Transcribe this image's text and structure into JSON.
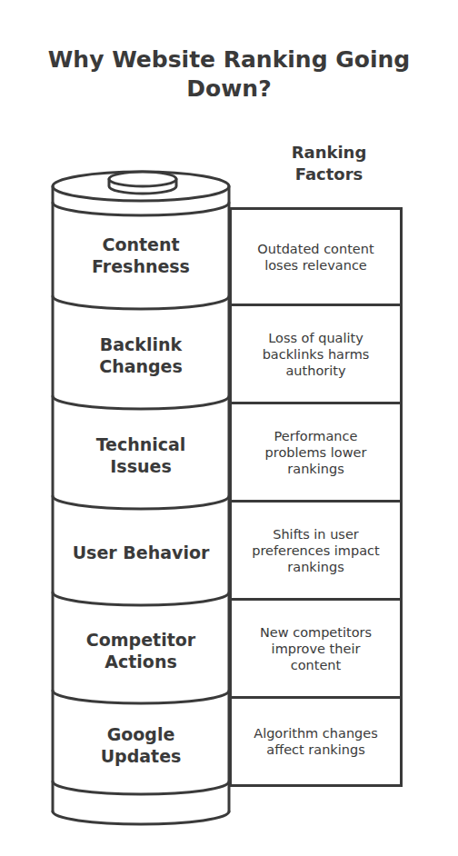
{
  "diagram": {
    "title": "Why Website Ranking Going Down?",
    "nodes": [
      {
        "text": [
          "Content Freshness"
        ]
      },
      {
        "text": [
          "Outdated content loses relevance"
        ]
      },
      {
        "text": [
          "Backlink Changes"
        ]
      },
      {
        "text": [
          "Loss of quality backlinks harms authority"
        ]
      },
      {
        "text": [
          "Technical Issues"
        ]
      },
      {
        "text": [
          "Performance problems lower rankings"
        ]
      },
      {
        "text": [
          "User Behavior"
        ]
      },
      {
        "text": [
          "Shifts in user preferences impact rankings"
        ]
      },
      {
        "text": [
          "Competitor Actions"
        ]
      },
      {
        "text": [
          "New competitors improve their content"
        ]
      },
      {
        "text": [
          "Google Updates"
        ]
      },
      {
        "text": [
          "Algorithm changes affect rankings"
        ]
      }
    ],
    "labels": [
      "Ranking Factors"
    ]
  }
}
